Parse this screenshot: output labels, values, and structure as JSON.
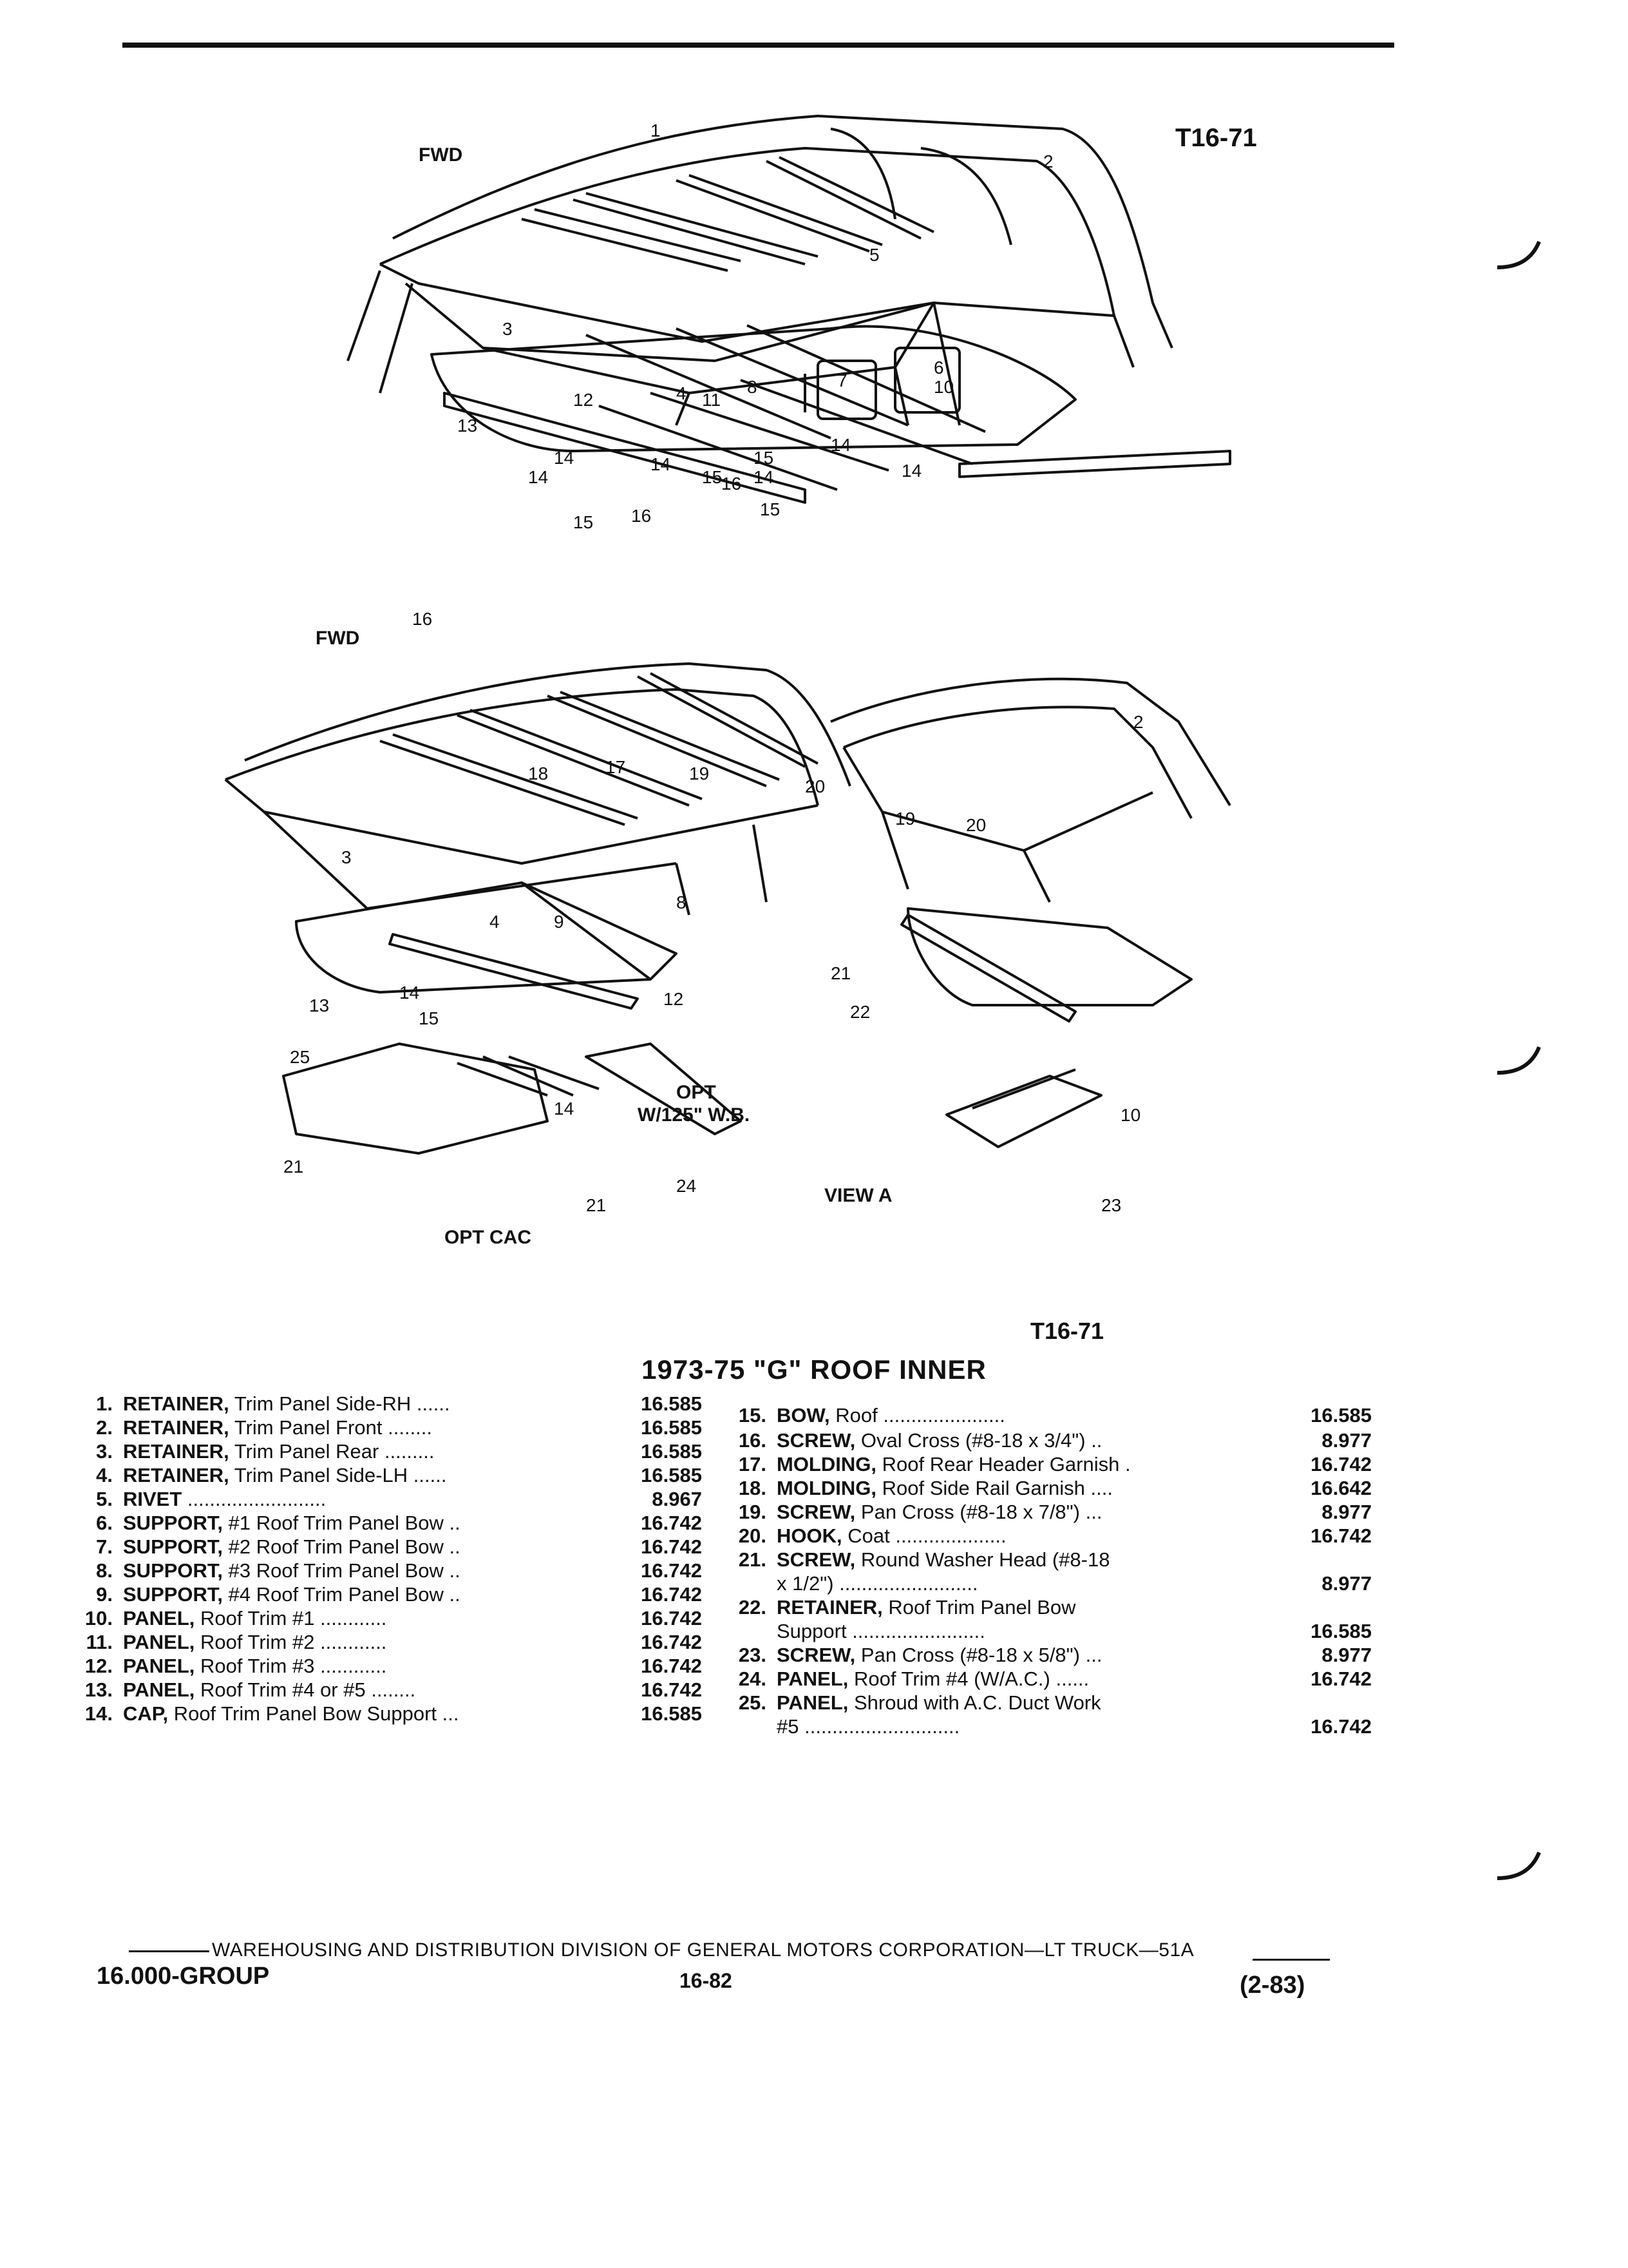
{
  "header": {
    "code_top": "T16-71",
    "code_bottom": "T16-71"
  },
  "diagram": {
    "fwd_label": "FWD",
    "view_label": "VIEW A",
    "opt_cac": "OPT CAC",
    "opt_line1": "OPT",
    "opt_line2": "W/125\" W.B.",
    "callouts_top": [
      "1",
      "2",
      "3",
      "4",
      "5",
      "6",
      "7",
      "8",
      "10",
      "11",
      "12",
      "13",
      "14",
      "14",
      "14",
      "14",
      "14",
      "14",
      "15",
      "15",
      "15",
      "15",
      "16",
      "16",
      "16",
      "17",
      "18",
      "19",
      "20"
    ],
    "callouts_bottom": [
      "2",
      "3",
      "4",
      "8",
      "9",
      "10",
      "12",
      "13",
      "14",
      "14",
      "15",
      "19",
      "20",
      "21",
      "21",
      "21",
      "22",
      "23",
      "24",
      "25"
    ]
  },
  "title": "1973-75 \"G\" ROOF INNER",
  "parts_left": [
    {
      "num": "1.",
      "name": "RETAINER,",
      "desc": "Trim Panel Side-RH",
      "dots": " ......",
      "price": "16.585"
    },
    {
      "num": "2.",
      "name": "RETAINER,",
      "desc": "Trim Panel Front",
      "dots": " ........",
      "price": "16.585"
    },
    {
      "num": "3.",
      "name": "RETAINER,",
      "desc": "Trim Panel Rear",
      "dots": " .........",
      "price": "16.585"
    },
    {
      "num": "4.",
      "name": "RETAINER,",
      "desc": "Trim Panel Side-LH",
      "dots": " ......",
      "price": "16.585"
    },
    {
      "num": "5.",
      "name": "RIVET",
      "desc": "",
      "dots": " .........................",
      "price": "8.967"
    },
    {
      "num": "6.",
      "name": "SUPPORT,",
      "desc": "#1 Roof Trim Panel Bow",
      "dots": " ..",
      "price": "16.742"
    },
    {
      "num": "7.",
      "name": "SUPPORT,",
      "desc": "#2 Roof Trim Panel Bow",
      "dots": " ..",
      "price": "16.742"
    },
    {
      "num": "8.",
      "name": "SUPPORT,",
      "desc": "#3 Roof Trim Panel Bow",
      "dots": " ..",
      "price": "16.742"
    },
    {
      "num": "9.",
      "name": "SUPPORT,",
      "desc": "#4 Roof Trim Panel Bow",
      "dots": " ..",
      "price": "16.742"
    },
    {
      "num": "10.",
      "name": "PANEL,",
      "desc": "Roof Trim #1",
      "dots": " ............",
      "price": "16.742"
    },
    {
      "num": "11.",
      "name": "PANEL,",
      "desc": "Roof Trim #2",
      "dots": " ............",
      "price": "16.742"
    },
    {
      "num": "12.",
      "name": "PANEL,",
      "desc": "Roof Trim #3",
      "dots": " ............",
      "price": "16.742"
    },
    {
      "num": "13.",
      "name": "PANEL,",
      "desc": "Roof Trim #4 or #5",
      "dots": " ........",
      "price": "16.742"
    },
    {
      "num": "14.",
      "name": "CAP,",
      "desc": "Roof Trim Panel Bow Support",
      "dots": " ...",
      "price": "16.585"
    }
  ],
  "parts_right": [
    {
      "num": "15.",
      "name": "BOW,",
      "desc": "Roof",
      "dots": " ......................",
      "price": "16.585",
      "line2": ""
    },
    {
      "num": "16.",
      "name": "SCREW,",
      "desc": "Oval Cross (#8-18 x 3/4\")",
      "dots": " ..",
      "price": "8.977",
      "line2": ""
    },
    {
      "num": "17.",
      "name": "MOLDING,",
      "desc": "Roof Rear Header Garnish",
      "dots": " .",
      "price": "16.742",
      "line2": ""
    },
    {
      "num": "18.",
      "name": "MOLDING,",
      "desc": "Roof Side Rail Garnish",
      "dots": " ....",
      "price": "16.642",
      "line2": ""
    },
    {
      "num": "19.",
      "name": "SCREW,",
      "desc": "Pan Cross (#8-18 x 7/8\")",
      "dots": " ...",
      "price": "8.977",
      "line2": ""
    },
    {
      "num": "20.",
      "name": "HOOK,",
      "desc": "Coat",
      "dots": " ....................",
      "price": "16.742",
      "line2": ""
    },
    {
      "num": "21.",
      "name": "SCREW,",
      "desc": "Round Washer Head (#8-18",
      "dots": "",
      "price": "8.977",
      "line2": "x 1/2\") ........................."
    },
    {
      "num": "22.",
      "name": "RETAINER,",
      "desc": "Roof Trim Panel Bow",
      "dots": "",
      "price": "16.585",
      "line2": "Support ........................"
    },
    {
      "num": "23.",
      "name": "SCREW,",
      "desc": "Pan Cross (#8-18 x 5/8\")",
      "dots": " ...",
      "price": "8.977",
      "line2": ""
    },
    {
      "num": "24.",
      "name": "PANEL,",
      "desc": "Roof Trim #4 (W/A.C.)",
      "dots": " ......",
      "price": "16.742",
      "line2": ""
    },
    {
      "num": "25.",
      "name": "PANEL,",
      "desc": "Shroud with A.C. Duct Work",
      "dots": "",
      "price": "16.742",
      "line2": "#5 ............................"
    }
  ],
  "footer": {
    "division": "WAREHOUSING AND DISTRIBUTION  DIVISION OF GENERAL MOTORS CORPORATION—LT TRUCK—51A",
    "group": "16.000-GROUP",
    "page": "16-82",
    "date": "(2-83)"
  }
}
